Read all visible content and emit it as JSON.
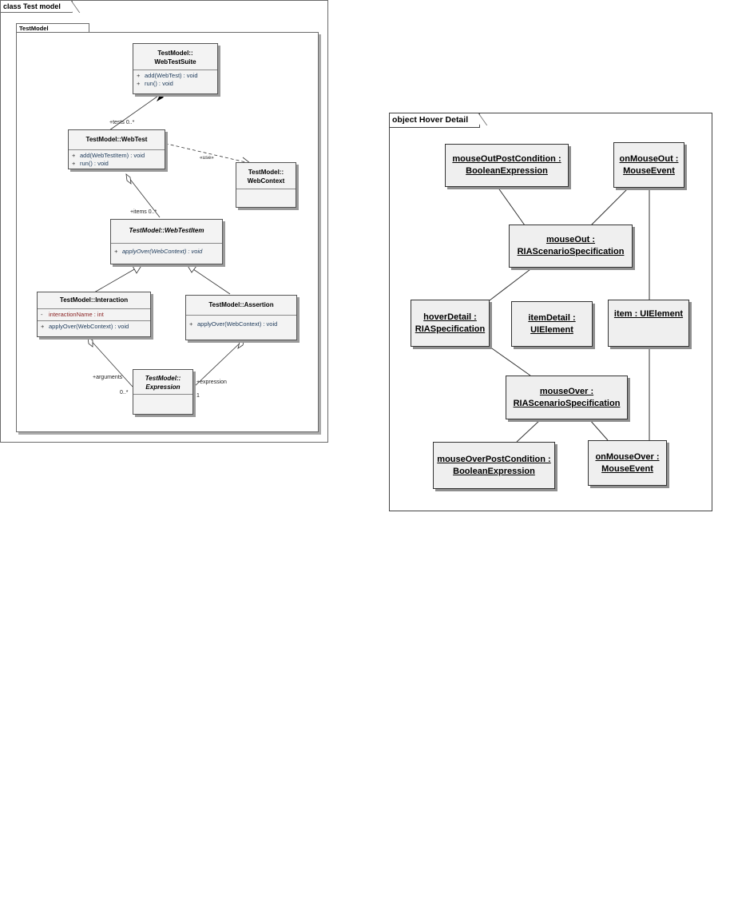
{
  "left_diagram": {
    "frame_label": "class Test model",
    "package_label": "TestModel",
    "classes": {
      "suite": {
        "name_line1": "TestModel::",
        "name_line2": "WebTestSuite",
        "ops": [
          {
            "vis": "+",
            "text": "add(WebTest) : void"
          },
          {
            "vis": "+",
            "text": "run() : void"
          }
        ]
      },
      "webtest": {
        "name": "TestModel::WebTest",
        "ops": [
          {
            "vis": "+",
            "text": "add(WebTestItem) : void"
          },
          {
            "vis": "+",
            "text": "run() : void"
          }
        ]
      },
      "context": {
        "name_line1": "TestModel::",
        "name_line2": "WebContext"
      },
      "item": {
        "name": "TestModel::WebTestItem",
        "ops": [
          {
            "vis": "+",
            "text": "applyOver(WebContext) : void"
          }
        ]
      },
      "interaction": {
        "name": "TestModel::Interaction",
        "attrs": [
          {
            "vis": "-",
            "text": "interactionName : int"
          }
        ],
        "ops": [
          {
            "vis": "+",
            "text": "applyOver(WebContext) : void"
          }
        ]
      },
      "assertion": {
        "name": "TestModel::Assertion",
        "ops": [
          {
            "vis": "+",
            "text": "applyOver(WebContext) : void"
          }
        ]
      },
      "expression": {
        "name_line1": "TestModel::",
        "name_line2": "Expression"
      }
    },
    "labels": {
      "tests": "+tests 0..*",
      "use": "«use»",
      "items": "+items 0..*",
      "arguments": "+arguments",
      "arguments_mult": "0..*",
      "expression_role": "+expression",
      "expression_mult": "1"
    }
  },
  "right_diagram": {
    "frame_label": "object Hover Detail",
    "objects": {
      "mouse_out_post": [
        "mouseOutPostCondition :",
        "BooleanExpression"
      ],
      "on_mouse_out": [
        "onMouseOut :",
        "MouseEvent"
      ],
      "mouse_out": [
        "mouseOut :",
        "RIAScenarioSpecification"
      ],
      "hover_detail": [
        "hoverDetail :",
        "RIASpecification"
      ],
      "item_detail": [
        "itemDetail :",
        "UIElement"
      ],
      "item": [
        "item : UIElement"
      ],
      "mouse_over": [
        "mouseOver :",
        "RIAScenarioSpecification"
      ],
      "mouse_over_post": [
        "mouseOverPostCondition :",
        "BooleanExpression"
      ],
      "on_mouse_over": [
        "onMouseOver :",
        "MouseEvent"
      ]
    }
  }
}
